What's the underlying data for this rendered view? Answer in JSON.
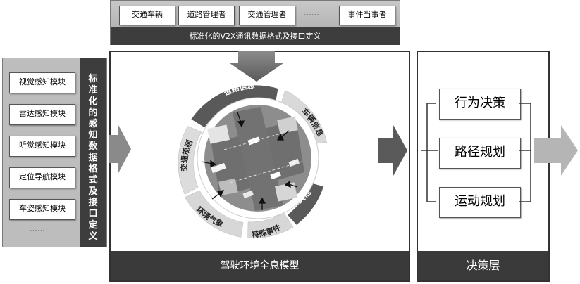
{
  "v2x": {
    "sources": [
      "交通车辆",
      "道路管理者",
      "交通管理者",
      "……",
      "事件当事者"
    ],
    "footer": "标准化的V2X通讯数据格式及接口定义"
  },
  "sensing": {
    "modules": [
      "视觉感知模块",
      "雷达感知模块",
      "听觉感知模块",
      "定位导航模块",
      "车姿感知模块"
    ],
    "ellipsis": "……",
    "bar_label": "标准化的感知数据格式及接口定义"
  },
  "model": {
    "title": "驾驶环境全息模型",
    "ring": {
      "road_info": "道路信息",
      "vehicle_info": "车辆信息",
      "traffic_rules": "交通规则",
      "environment": "环境气象",
      "special_events": "特殊事件",
      "other": "其他"
    }
  },
  "decision": {
    "title": "决策层",
    "items": [
      "行为决策",
      "路径规划",
      "运动规划"
    ]
  },
  "colors": {
    "dark_bar": "#3a3a3a",
    "panel_gray": "#bdbdbd",
    "ring_dark": "#595959",
    "ring_light": "#dcdcdc"
  }
}
